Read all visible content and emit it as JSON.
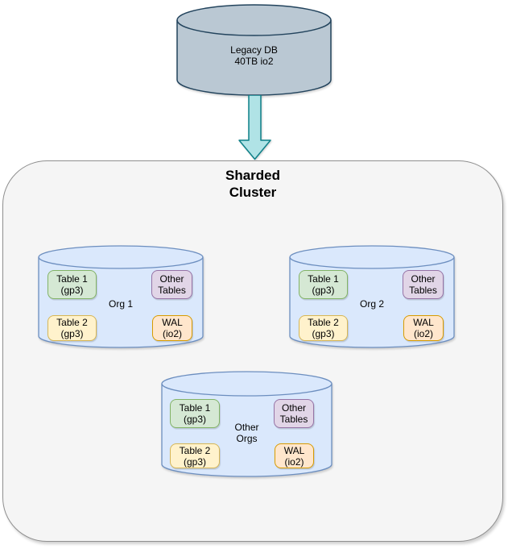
{
  "legacy": {
    "label": "Legacy DB\n40TB io2"
  },
  "cluster": {
    "title": "Sharded\nCluster"
  },
  "shards": [
    {
      "label": "Org 1",
      "boxes": {
        "table1": "Table 1\n(gp3)",
        "other_tables": "Other\nTables",
        "table2": "Table 2\n(gp3)",
        "wal": "WAL\n(io2)"
      }
    },
    {
      "label": "Org 2",
      "boxes": {
        "table1": "Table 1\n(gp3)",
        "other_tables": "Other\nTables",
        "table2": "Table 2\n(gp3)",
        "wal": "WAL\n(io2)"
      }
    },
    {
      "label": "Other\nOrgs",
      "boxes": {
        "table1": "Table 1\n(gp3)",
        "other_tables": "Other\nTables",
        "table2": "Table 2\n(gp3)",
        "wal": "WAL\n(io2)"
      }
    }
  ],
  "icons": {
    "arrow": "down-arrow"
  },
  "colors": {
    "legacy_fill": "#bac8d3",
    "legacy_stroke": "#23445d",
    "arrow_fill": "#b0e3e6",
    "arrow_stroke": "#0e8088",
    "cluster_fill": "#f5f5f5",
    "cluster_stroke": "#8f8f8f",
    "shard_fill": "#dae8fc",
    "shard_stroke": "#6c8ebf",
    "table1_fill": "#d5e8d4",
    "table1_stroke": "#82b366",
    "other_tables_fill": "#e1d5e7",
    "other_tables_stroke": "#9673a6",
    "table2_fill": "#fff2cc",
    "table2_stroke": "#d6b656",
    "wal_fill": "#ffe6cc",
    "wal_stroke": "#d79b00"
  }
}
